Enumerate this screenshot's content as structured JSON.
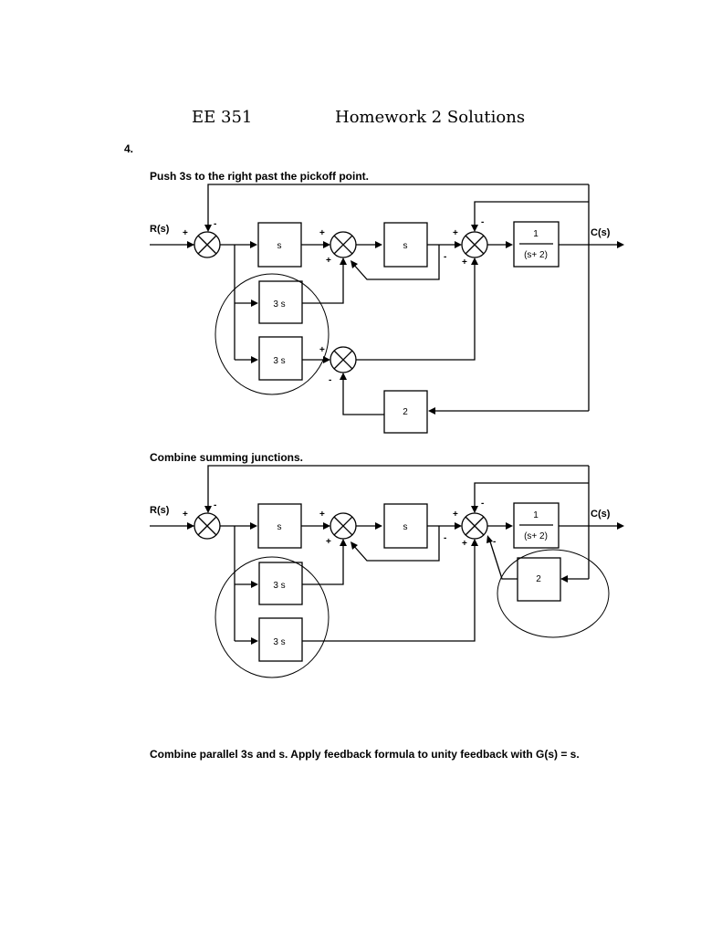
{
  "header": {
    "course": "EE 351",
    "title": "Homework 2 Solutions"
  },
  "problem_number": "4.",
  "steps": [
    "Push 3s to the right past the pickoff point.",
    "Combine summing junctions.",
    "Combine parallel 3s and s. Apply feedback formula to unity feedback with G(s) = s."
  ],
  "diagram": {
    "input_label": "R(s)",
    "output_label": "C(s)",
    "blocks": {
      "s": "s",
      "three_s": "3 s",
      "two": "2",
      "plant_num": "1",
      "plant_den": "(s+ 2)"
    },
    "signs": {
      "plus": "+",
      "minus": "-"
    }
  }
}
